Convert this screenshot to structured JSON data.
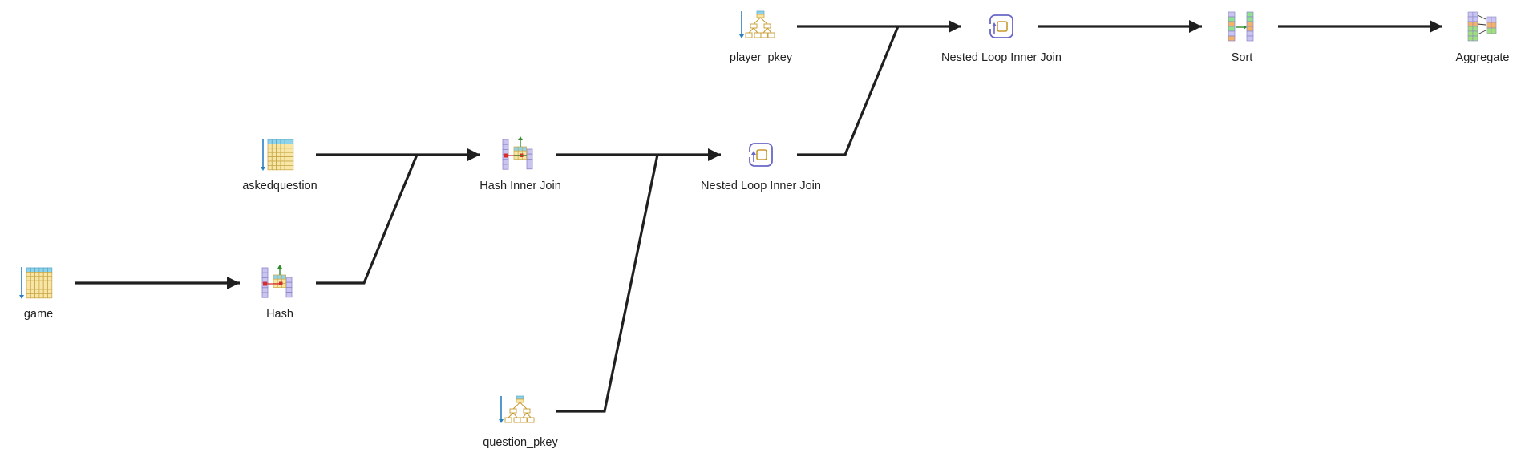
{
  "plan": {
    "nodes": [
      {
        "id": "game",
        "label": "game",
        "icon": "seq-scan-icon"
      },
      {
        "id": "hash",
        "label": "Hash",
        "icon": "hash-icon"
      },
      {
        "id": "askedquestion",
        "label": "askedquestion",
        "icon": "seq-scan-icon"
      },
      {
        "id": "hash_inner_join",
        "label": "Hash Inner Join",
        "icon": "hash-join-icon"
      },
      {
        "id": "question_pkey",
        "label": "question_pkey",
        "icon": "index-scan-icon"
      },
      {
        "id": "nested_loop_1",
        "label": "Nested Loop Inner Join",
        "icon": "nested-loop-icon"
      },
      {
        "id": "player_pkey",
        "label": "player_pkey",
        "icon": "index-scan-icon"
      },
      {
        "id": "nested_loop_2",
        "label": "Nested Loop Inner Join",
        "icon": "nested-loop-icon"
      },
      {
        "id": "sort",
        "label": "Sort",
        "icon": "sort-icon"
      },
      {
        "id": "aggregate",
        "label": "Aggregate",
        "icon": "aggregate-icon"
      }
    ],
    "edges": [
      {
        "from": "game",
        "to": "hash"
      },
      {
        "from": "hash",
        "to": "hash_inner_join"
      },
      {
        "from": "askedquestion",
        "to": "hash_inner_join"
      },
      {
        "from": "hash_inner_join",
        "to": "nested_loop_1"
      },
      {
        "from": "question_pkey",
        "to": "nested_loop_1"
      },
      {
        "from": "nested_loop_1",
        "to": "nested_loop_2"
      },
      {
        "from": "player_pkey",
        "to": "nested_loop_2"
      },
      {
        "from": "nested_loop_2",
        "to": "sort"
      },
      {
        "from": "sort",
        "to": "aggregate"
      }
    ]
  },
  "colors": {
    "edge": "#1f1f1f",
    "table_header": "#8fd3ea",
    "table_body": "#f7e6a6",
    "table_border": "#c9a84a",
    "scan_arrow": "#2a7fc1",
    "hash_column": "#c9c5f0",
    "hash_border": "#8a86c8",
    "hash_key": "#d62c2c",
    "hash_arrow": "#2e8b2e",
    "tree_border": "#c79a2e",
    "loop": "#6a68c8",
    "loop_inner": "#c79a2e",
    "sort_green": "#8fe08f",
    "sort_orange": "#f2b26a",
    "agg_green": "#9fe07a"
  }
}
